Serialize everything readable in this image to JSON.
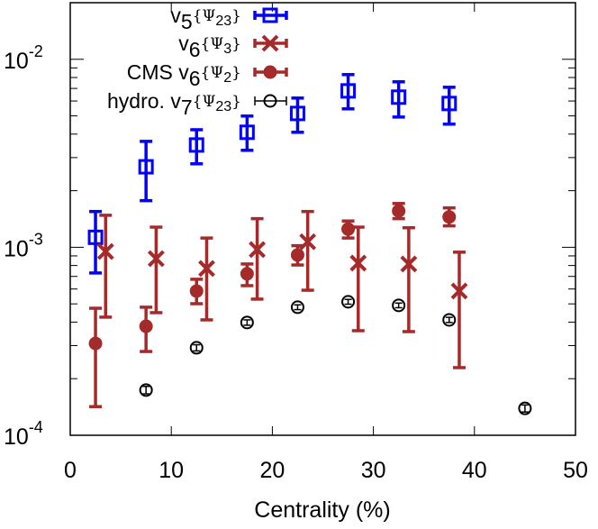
{
  "chart_data": {
    "type": "scatter",
    "title": "",
    "xlabel": "Centrality (%)",
    "ylabel": "",
    "xlim": [
      0,
      50
    ],
    "ylim": [
      0.0001,
      0.02
    ],
    "yscale": "log",
    "xticks": [
      0,
      10,
      20,
      30,
      40,
      50
    ],
    "xtick_labels": [
      "0",
      "10",
      "20",
      "30",
      "40",
      "50"
    ],
    "yticks": [
      0.0001,
      0.001,
      0.01
    ],
    "ytick_labels": [
      {
        "base": "10",
        "exp": "-4"
      },
      {
        "base": "10",
        "exp": "-3"
      },
      {
        "base": "10",
        "exp": "-2"
      }
    ],
    "grid": false,
    "legend_position": "top-left",
    "series": [
      {
        "name": "v5{Ψ23}",
        "label_parts": {
          "prefix": "",
          "v": "v",
          "n": "5",
          "psi": "Ψ",
          "psi_sub": "23"
        },
        "color": "#0000ff",
        "marker": "open-square",
        "x": [
          2.5,
          7.5,
          12.5,
          17.5,
          22.5,
          27.5,
          32.5,
          37.5
        ],
        "y": [
          0.00113,
          0.00268,
          0.0035,
          0.00409,
          0.00515,
          0.00679,
          0.00629,
          0.00582
        ],
        "y_low": [
          0.00073,
          0.00177,
          0.00278,
          0.00328,
          0.00409,
          0.00545,
          0.00493,
          0.00452
        ],
        "y_high": [
          0.00155,
          0.00366,
          0.00422,
          0.00499,
          0.00622,
          0.00829,
          0.00759,
          0.0071
        ]
      },
      {
        "name": "v6{Ψ3}",
        "label_parts": {
          "prefix": "",
          "v": "v",
          "n": "6",
          "psi": "Ψ",
          "psi_sub": "3"
        },
        "color": "#a52a2a",
        "marker": "cross",
        "x": [
          3.5,
          8.5,
          13.5,
          18.5,
          23.5,
          28.5,
          33.5,
          38.5
        ],
        "y": [
          0.00095,
          0.00087,
          0.000771,
          0.000972,
          0.00107,
          0.000824,
          0.000815,
          0.000585
        ],
        "y_low": [
          0.000425,
          0.000449,
          0.000411,
          0.00053,
          0.000591,
          0.00036,
          0.000356,
          0.000229
        ],
        "y_high": [
          0.00148,
          0.00128,
          0.00112,
          0.00142,
          0.00155,
          0.00128,
          0.00127,
          0.000942
        ]
      },
      {
        "name": "CMS v6{Ψ2}",
        "label_parts": {
          "prefix": "CMS ",
          "v": "v",
          "n": "6",
          "psi": "Ψ",
          "psi_sub": "2"
        },
        "color": "#a52a2a",
        "marker": "filled-circle",
        "x": [
          2.5,
          7.5,
          12.5,
          17.5,
          22.5,
          27.5,
          32.5,
          37.5
        ],
        "y": [
          0.000308,
          0.00038,
          0.000585,
          0.000723,
          0.00091,
          0.00125,
          0.00156,
          0.00145
        ],
        "y_low": [
          0.000142,
          0.000279,
          0.000501,
          0.000625,
          0.000805,
          0.00112,
          0.00142,
          0.0013
        ],
        "y_high": [
          0.000474,
          0.00048,
          0.000676,
          0.000815,
          0.00102,
          0.00138,
          0.00171,
          0.00162
        ]
      },
      {
        "name": "hydro. v7{Ψ23}",
        "label_parts": {
          "prefix": "hydro. ",
          "v": "v",
          "n": "7",
          "psi": "Ψ",
          "psi_sub": "23"
        },
        "color": "#000000",
        "marker": "open-circle",
        "x": [
          7.5,
          12.5,
          17.5,
          22.5,
          27.5,
          32.5,
          37.5,
          45.0
        ],
        "y": [
          0.000174,
          0.000292,
          0.000398,
          0.00048,
          0.000513,
          0.000491,
          0.000411,
          0.000139
        ],
        "y_low": [
          0.000166,
          0.000281,
          0.000385,
          0.000466,
          0.000498,
          0.000477,
          0.000398,
          0.000133
        ],
        "y_high": [
          0.000182,
          0.000303,
          0.000411,
          0.000494,
          0.000528,
          0.000505,
          0.000424,
          0.000145
        ]
      }
    ]
  }
}
